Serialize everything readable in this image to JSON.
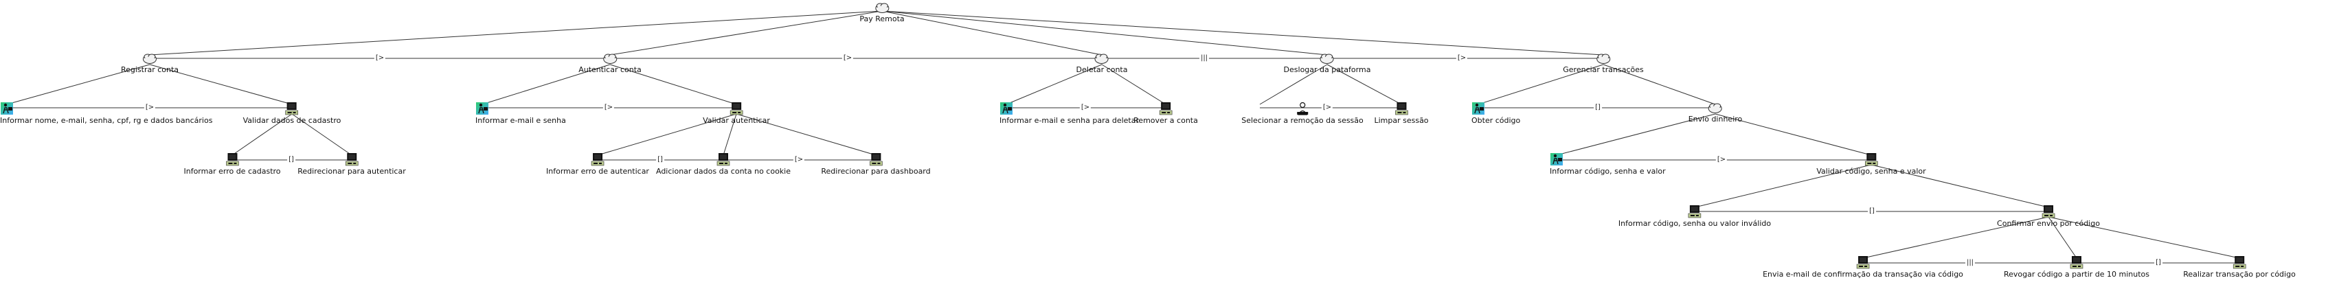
{
  "tree": {
    "root": "Pay Remota",
    "operator_enable": "[>",
    "operator_choice": "[]",
    "operator_interleave": "|||",
    "goals": {
      "registrar_conta": {
        "title": "Registrar conta",
        "informar": "Informar nome, e-mail, senha, cpf, rg e dados bancários",
        "validar": "Validar dados de cadastro",
        "erro": "Informar erro de cadastro",
        "redirecionar": "Redirecionar para autenticar"
      },
      "autenticar_conta": {
        "title": "Autenticar conta",
        "informar": "Informar e-mail e senha",
        "validar": "Validar autenticar",
        "erro": "Informar erro de autenticar",
        "cookie": "Adicionar dados da conta no cookie",
        "dashboard": "Redirecionar para dashboard"
      },
      "deletar_conta": {
        "title": "Deletar conta",
        "informar": "Informar e-mail e senha para deletar",
        "remover": "Remover a conta"
      },
      "deslogar": {
        "title": "Deslogar da pataforma",
        "selecionar": "Selecionar a remoção da sessão",
        "limpar": "Limpar sessão"
      },
      "gerenciar": {
        "title": "Gerenciar transações",
        "obter": "Obter código",
        "envio": "Envio dinheiro",
        "informar": "Informar código, senha e valor",
        "validar": "Validar código, senha e valor",
        "invalido": "Informar código, senha ou valor inválido",
        "confirmar": "Confirmar envio por código",
        "email": "Envia e-mail de confirmação da transação via código",
        "revogar": "Revogar código a partir de 10 minutos",
        "realizar": "Realizar transação por código"
      }
    }
  },
  "colors": {
    "line": "#333333",
    "abstract_fill": "#f2f2f2",
    "screen": "#111111",
    "screen_inner": "#2a2a2a",
    "base": "#b9c98f",
    "user_bg_top": "#2ecc71",
    "user_bg_bottom": "#3fa9f5"
  }
}
